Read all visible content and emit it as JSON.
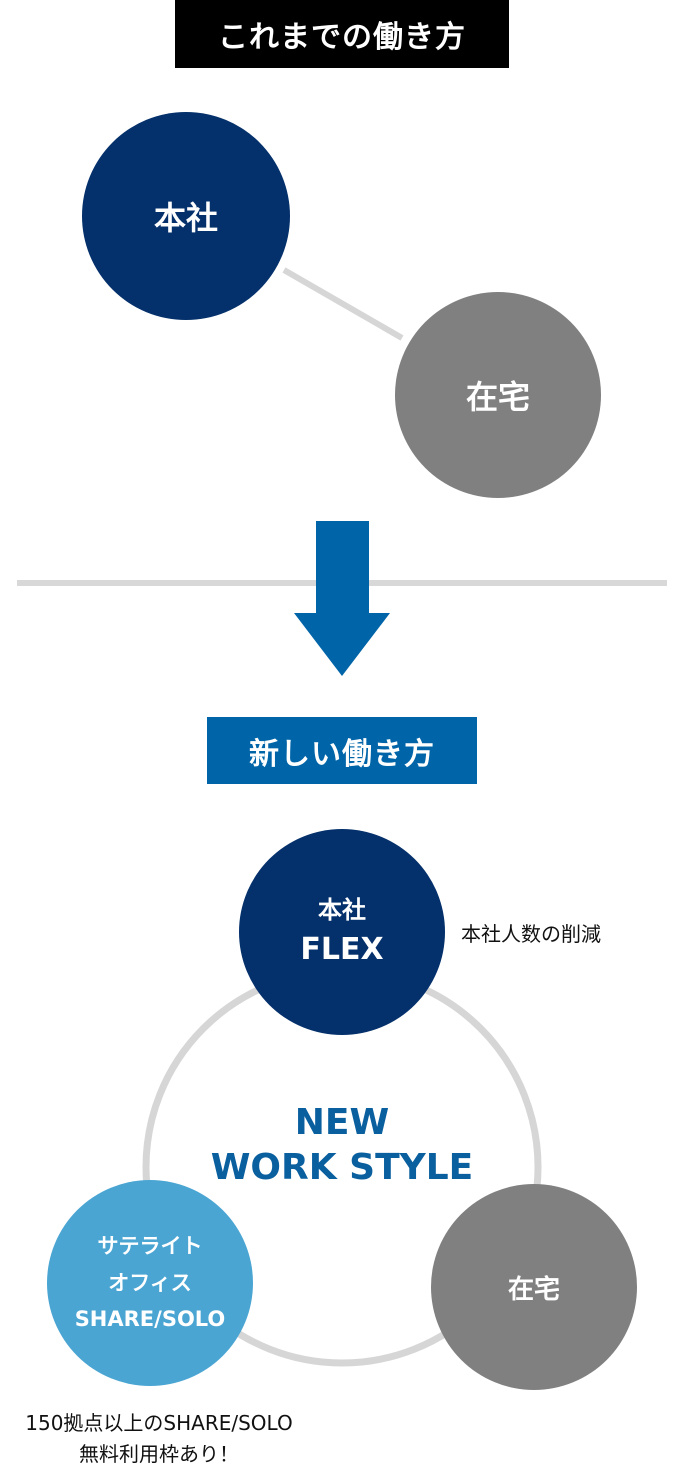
{
  "before": {
    "title": "これまでの働き方",
    "honsha": "本社",
    "zaitaku": "在宅"
  },
  "after": {
    "title": "新しい働き方",
    "center_line1": "NEW",
    "center_line2": "WORK STYLE",
    "honsha": {
      "line1": "本社",
      "line2": "FLEX",
      "note": "本社人数の削減"
    },
    "zaitaku": "在宅",
    "satellite": {
      "line1": "サテライト",
      "line2": "オフィス",
      "line3": "SHARE/SOLO",
      "note_line1": "150拠点以上のSHARE/SOLO",
      "note_line2": "無料利用枠あり！"
    }
  },
  "colors": {
    "navy": "#04306b",
    "grey": "#808080",
    "light_blue": "#4aa5d3",
    "accent_blue": "#0065a8",
    "black": "#000000"
  },
  "icons": {
    "transition": "down-arrow-icon"
  }
}
